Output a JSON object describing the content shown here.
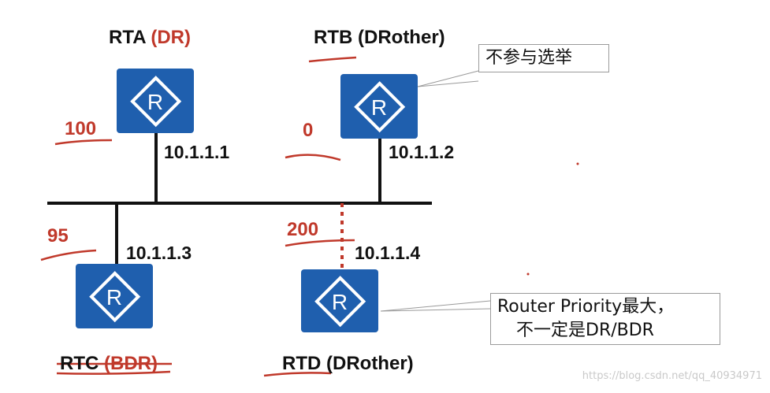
{
  "routers": [
    {
      "name": "RTA",
      "role": "(DR)",
      "ip": "10.1.1.1",
      "priority": "100"
    },
    {
      "name": "RTB",
      "role": "(DRother)",
      "ip": "10.1.1.2",
      "priority": "0"
    },
    {
      "name": "RTC",
      "role": "(BDR)",
      "ip": "10.1.1.3",
      "priority": "95"
    },
    {
      "name": "RTD",
      "role": "(DRother)",
      "ip": "10.1.1.4",
      "priority": "200"
    }
  ],
  "router_icon_letter": "R",
  "router_icon": "router-icon",
  "callouts": {
    "rtb_note": "不参与选举",
    "rtd_note_line1": "Router Priority最大，",
    "rtd_note_line2": "不一定是DR/BDR"
  },
  "watermark": "https://blog.csdn.net/qq_40934971",
  "colors": {
    "router_fill": "#1f5fae",
    "annotation_red": "#c0392b",
    "link": "#111111"
  }
}
